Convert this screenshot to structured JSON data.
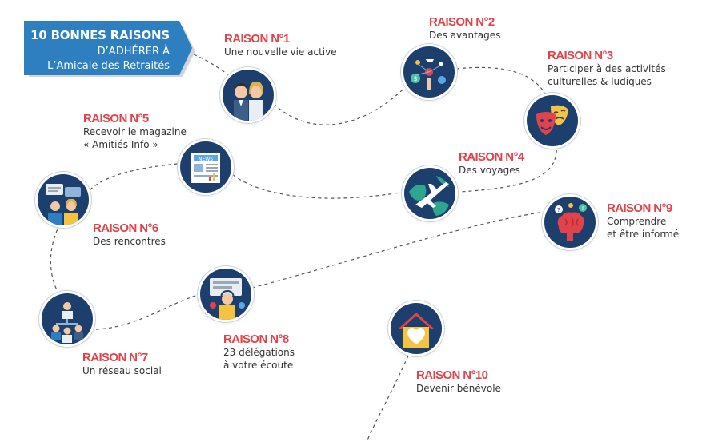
{
  "banner": {
    "line1": "10 BONNES RAISONS",
    "line2": "D’ADHÉRER À",
    "line3": "L’Amicale des Retraités"
  },
  "colors": {
    "accent": "#e2434b",
    "circle": "#1d3f6e",
    "banner": "#2e7fc0",
    "path": "#555555"
  },
  "raisons": [
    {
      "title": "RAISON N°1",
      "desc": [
        "Une nouvelle vie active"
      ],
      "icon": "people-icon"
    },
    {
      "title": "RAISON N°2",
      "desc": [
        "Des avantages"
      ],
      "icon": "advantages-icon"
    },
    {
      "title": "RAISON N°3",
      "desc": [
        "Participer à des activités",
        "culturelles & ludiques"
      ],
      "icon": "theater-masks-icon"
    },
    {
      "title": "RAISON N°4",
      "desc": [
        "Des voyages"
      ],
      "icon": "airplane-globe-icon"
    },
    {
      "title": "RAISON N°5",
      "desc": [
        "Recevoir le magazine",
        "« Amitiés Info »"
      ],
      "icon": "newspaper-icon"
    },
    {
      "title": "RAISON N°6",
      "desc": [
        "Des rencontres"
      ],
      "icon": "chat-people-icon"
    },
    {
      "title": "RAISON N°7",
      "desc": [
        "Un réseau social"
      ],
      "icon": "network-icon"
    },
    {
      "title": "RAISON N°8",
      "desc": [
        "23 délégations",
        "à votre écoute"
      ],
      "icon": "helpdesk-icon"
    },
    {
      "title": "RAISON N°9",
      "desc": [
        "Comprendre",
        "et être informé"
      ],
      "icon": "brain-icon"
    },
    {
      "title": "RAISON N°10",
      "desc": [
        "Devenir bénévole"
      ],
      "icon": "heart-house-icon"
    }
  ]
}
